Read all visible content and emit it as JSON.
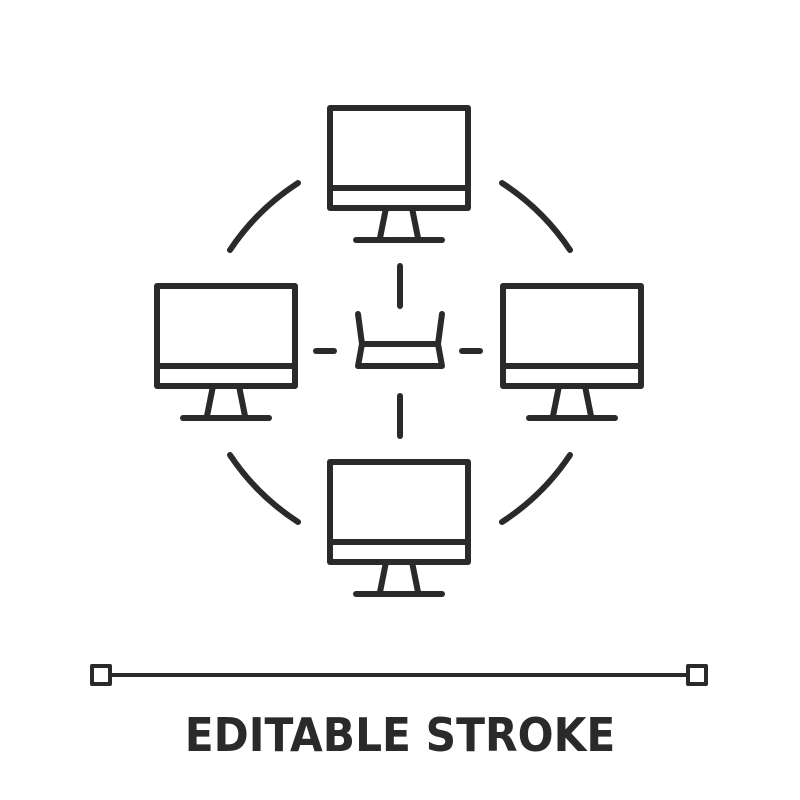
{
  "caption": "EDITABLE STROKE",
  "colors": {
    "stroke": "#2a2a2a",
    "background": "#ffffff"
  },
  "icons": [
    "monitor-icon",
    "router-icon",
    "network-ring",
    "stroke-ruler"
  ]
}
